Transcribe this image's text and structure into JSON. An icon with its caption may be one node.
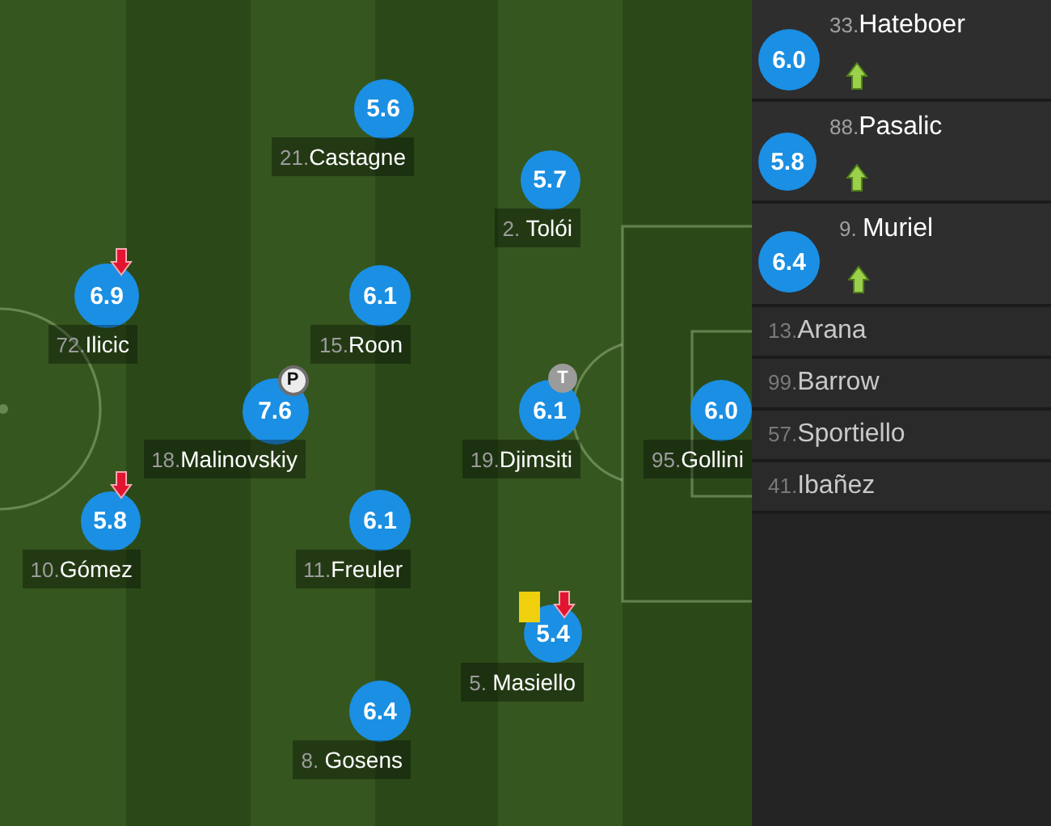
{
  "diagram": {
    "nodes": [
      {
        "text": [
          "5.6"
        ],
        "beside": [
          "21.Castagne"
        ]
      },
      {
        "text": [
          "5.7"
        ],
        "beside": [
          "2. Tolói"
        ]
      },
      {
        "text": [
          "6.9"
        ],
        "beside": [
          "72.Ilicic"
        ]
      },
      {
        "text": [
          "6.1"
        ],
        "beside": [
          "15.Roon"
        ]
      },
      {
        "text": [
          "7.6"
        ],
        "beside": [
          "18.Malinovskiy"
        ]
      },
      {
        "text": [
          "P"
        ]
      },
      {
        "text": [
          "6.1"
        ],
        "beside": [
          "19.Djimsiti"
        ]
      },
      {
        "text": [
          "T"
        ]
      },
      {
        "text": [
          "6.0"
        ],
        "beside": [
          "95.Gollini"
        ]
      },
      {
        "text": [
          "5.8"
        ],
        "beside": [
          "10.Gómez"
        ]
      },
      {
        "text": [
          "6.1"
        ],
        "beside": [
          "11.Freuler"
        ]
      },
      {
        "text": [
          "5.4"
        ],
        "beside": [
          "5. Masiello"
        ]
      },
      {
        "text": [
          "6.4"
        ],
        "beside": [
          "8. Gosens"
        ]
      },
      {
        "text": [
          "33.Hateboer"
        ]
      },
      {
        "text": [
          "6.0"
        ],
        "in": 13
      },
      {
        "text": [
          "88.Pasalic"
        ]
      },
      {
        "text": [
          "5.8"
        ],
        "in": 15
      },
      {
        "text": [
          "9. Muriel"
        ]
      },
      {
        "text": [
          "6.4"
        ],
        "in": 17
      },
      {
        "text": [
          "13.Arana"
        ]
      },
      {
        "text": [
          "99.Barrow"
        ]
      },
      {
        "text": [
          "57.Sportiello"
        ]
      },
      {
        "text": [
          "41.Ibañez"
        ]
      }
    ]
  }
}
